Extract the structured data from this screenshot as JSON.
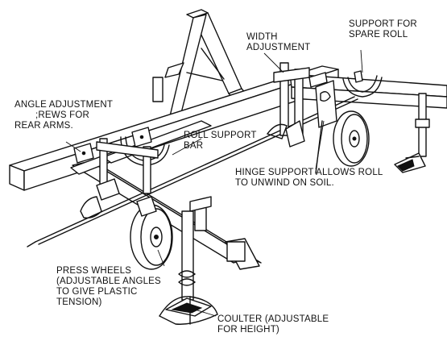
{
  "labels": {
    "support_spare_roll": [
      "SUPPORT FOR",
      "SPARE ROLL"
    ],
    "width_adjustment": [
      "WIDTH",
      "ADJUSTMENT"
    ],
    "angle_adjustment": [
      "ANGLE ADJUSTMENT",
      ";REWS FOR",
      "REAR ARMS."
    ],
    "roll_support_bar": [
      "ROLL SUPPORT",
      "BAR"
    ],
    "hinge_support": [
      "HINGE SUPPORT ALLOWS ROLL",
      "TO UNWIND ON SOIL."
    ],
    "press_wheels": [
      "PRESS WHEELS",
      "(ADJUSTABLE ANGLES",
      "TO GIVE PLASTIC",
      "TENSION)"
    ],
    "coulter": [
      "COULTER (ADJUSTABLE",
      "FOR HEIGHT)"
    ]
  }
}
